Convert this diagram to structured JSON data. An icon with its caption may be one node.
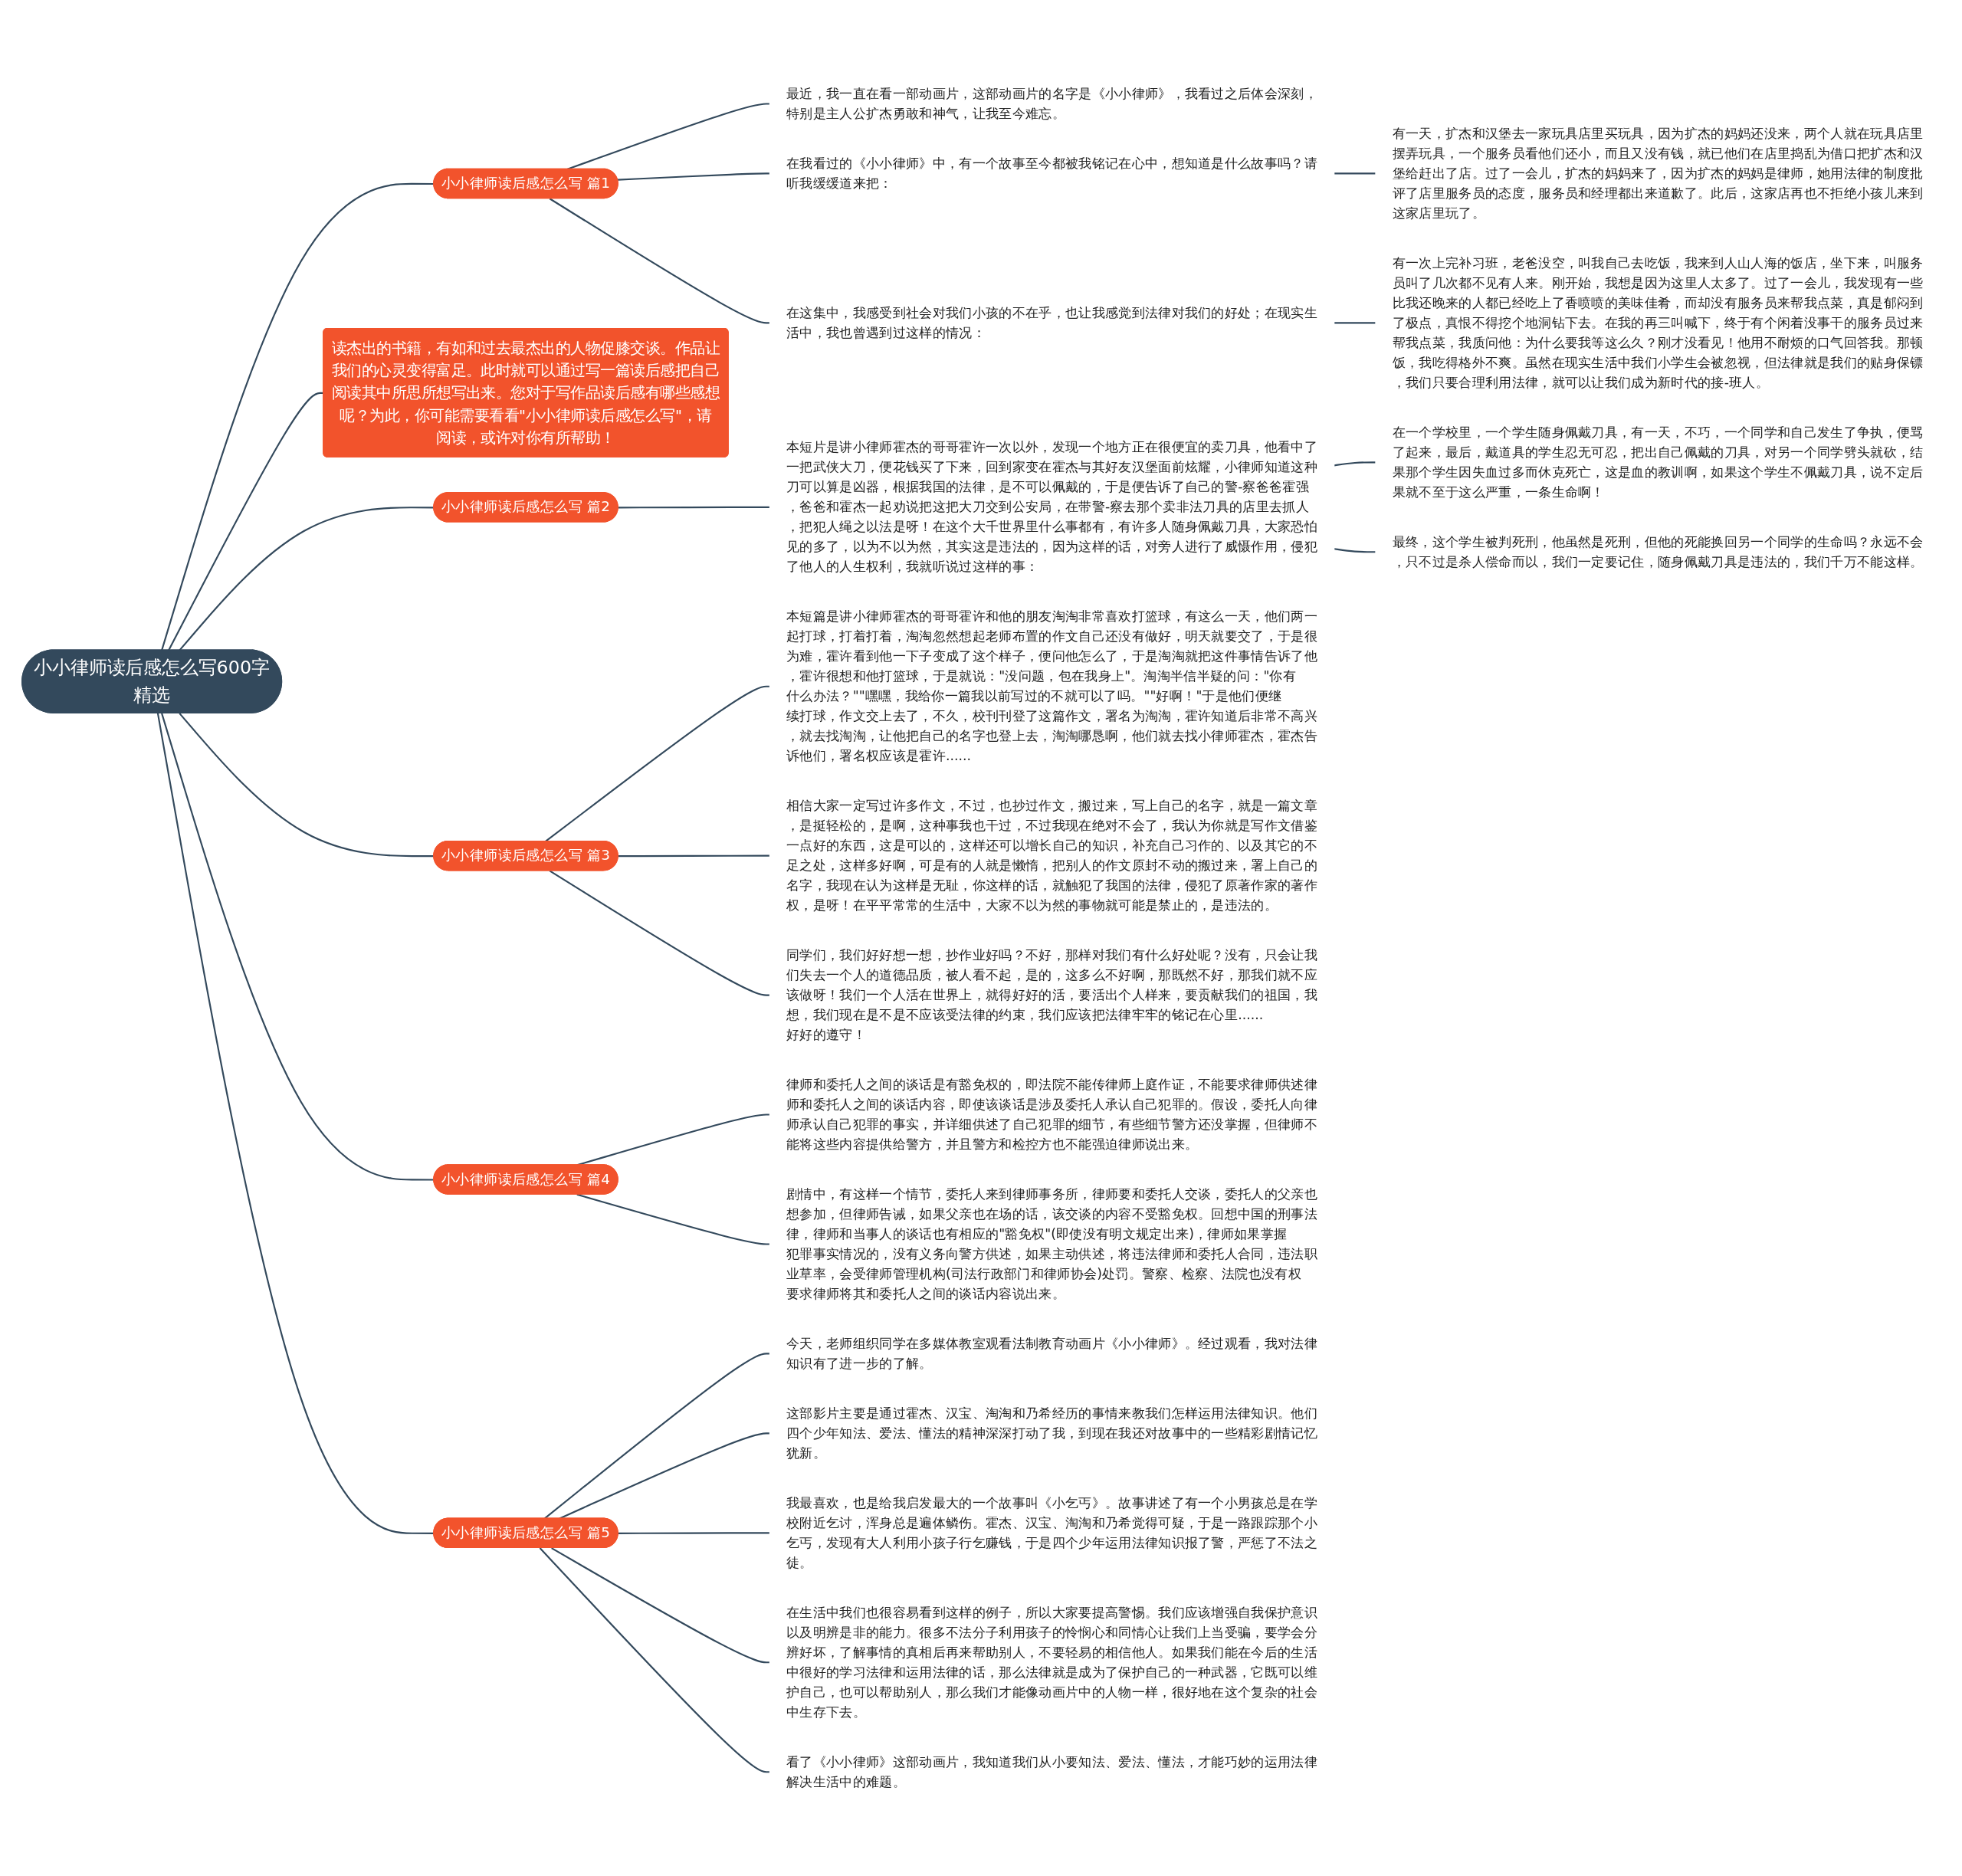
{
  "diagram": {
    "nodes": [
      {
        "text": [
          "小小律师读后感怎么写600字精选"
        ]
      },
      {
        "text": [
          "小小律师读后感怎么写 篇1"
        ]
      },
      {
        "text": [
          "最近，我一直在看一部动画片，这部动画片的名字是《小小律师》，我看过之后体会深刻，特别是主人公扩杰勇敢和神气，让我至今难忘。"
        ]
      },
      {
        "text": [
          "在我看过的《小小律师》中，有一个故事至今都被我铭记在心中，想知道是什么故事吗？请听我缓缓道来把："
        ]
      },
      {
        "text": [
          "有一天，扩杰和汉堡去一家玩具店里买玩具，因为扩杰的妈妈还没来，两个人就在玩具店里摆弄玩具，一个服务员看他们还小，而且又没有钱，就已他们在店里捣乱为借口把扩杰和汉堡给赶出了店。过了一会儿，扩杰的妈妈来了，因为扩杰的妈妈是律师，她用法律的制度批评了店里服务员的态度，服务员和经理都出来道歉了。此后，这家店再也不拒绝小孩儿来到这家店里玩了。"
        ]
      },
      {
        "text": [
          "在这集中，我感受到社会对我们小孩的不在乎，也让我感觉到法律对我们的好处；在现实生活中，我也曾遇到过这样的情况："
        ]
      },
      {
        "text": [
          "有一次上完补习班，老爸没空，叫我自己去吃饭，我来到人山人海的饭店，坐下来，叫服务员叫了几次都不见有人来。刚开始，我想是因为这里人太多了。过了一会儿，我发现有一些比我还晚来的人都已经吃上了香喷喷的美味佳肴，而却没有服务员来帮我点菜，真是郁闷到了极点，真恨不得挖个地洞钻下去。在我的再三叫喊下，终于有个闲着没事干的服务员过来帮我点菜，我质问他：为什么要我等这么久？刚才没看见！他用不耐烦的口气回答我。那顿饭，我吃得格外不爽。虽然在现实生活中我们小学生会被忽视，但法律就是我们的贴身保镖，我们只要合理利用法律，就可以让我们成为新时代的接-班人。"
        ]
      },
      {
        "text": [
          "读杰出的书籍，有如和过去最杰出的人物促膝交谈。作品让我们的心灵变得富足。此时就可以通过写一篇读后感把自己阅读其中所思所想写出来。您对于写作品读后感有哪些感想呢？为此，你可能需要看看\"小小律师读后感怎么写\"，请阅读，或许对你有所帮助！"
        ]
      },
      {
        "text": [
          "小小律师读后感怎么写 篇2"
        ]
      },
      {
        "text": [
          "本短片是讲小律师霍杰的哥哥霍许一次以外，发现一个地方正在很便宜的卖刀具，他看中了一把武侠大刀，便花钱买了下来，回到家变在霍杰与其好友汉堡面前炫耀，小律师知道这种刀可以算是凶器，根据我国的法律，是不可以佩戴的，于是便告诉了自己的警-察爸爸霍强，爸爸和霍杰一起劝说把这把大刀交到公安局，在带警-察去那个卖非法刀具的店里去抓人，把犯人绳之以法是呀！在这个大千世界里什么事都有，有许多人随身佩戴刀具，大家恐怕见的多了，以为不以为然，其实这是违法的，因为这样的话，对旁人进行了威慑作用，侵犯了他人的人生权利，我就听说过这样的事："
        ]
      },
      {
        "text": [
          "在一个学校里，一个学生随身佩戴刀具，有一天，不巧，一个同学和自己发生了争执，便骂了起来，最后，戴道具的学生忍无可忍，把出自己佩戴的刀具，对另一个同学劈头就砍，结果那个学生因失血过多而休克死亡，这是血的教训啊，如果这个学生不佩戴刀具，说不定后果就不至于这么严重，一条生命啊！"
        ]
      },
      {
        "text": [
          "最终，这个学生被判死刑，他虽然是死刑，但他的死能换回另一个同学的生命吗？永远不会，只不过是杀人偿命而以，我们一定要记住，随身佩戴刀具是违法的，我们千万不能这样。"
        ]
      },
      {
        "text": [
          "小小律师读后感怎么写 篇3"
        ]
      },
      {
        "text": [
          "本短篇是讲小律师霍杰的哥哥霍许和他的朋友淘淘非常喜欢打篮球，有这么一天，他们两一起打球，打着打着，淘淘忽然想起老师布置的作文自己还没有做好，明天就要交了，于是很为难，霍许看到他一下子变成了这个样子，便问他怎么了，于是淘淘就把这件事情告诉了他，霍许很想和他打篮球，于是就说：\"没问题，包在我身上\"。淘淘半信半疑的问：\"你有什么办法？\"\"嘿嘿，我给你一篇我以前写过的不就可以了吗。\"\"好啊！\"于是他们便继续打球，作文交上去了，不久，校刊刊登了这篇作文，署名为淘淘，霍许知道后非常不高兴，就去找淘淘，让他把自己的名字也登上去，淘淘哪恳啊，他们就去找小律师霍杰，霍杰告诉他们，署名权应该是霍许......"
        ]
      },
      {
        "text": [
          "相信大家一定写过许多作文，不过，也抄过作文，搬过来，写上自己的名字，就是一篇文章，是挺轻松的，是啊，这种事我也干过，不过我现在绝对不会了，我认为你就是写作文借鉴一点好的东西，这是可以的，这样还可以增长自己的知识，补充自己习作的、以及其它的不足之处，这样多好啊，可是有的人就是懒惰，把别人的作文原封不动的搬过来，署上自己的名字，我现在认为这样是无耻，你这样的话，就触犯了我国的法律，侵犯了原著作家的著作权，是呀！在平平常常的生活中，大家不以为然的事物就可能是禁止的，是违法的。"
        ]
      },
      {
        "text": [
          "同学们，我们好好想一想，抄作业好吗？不好，那样对我们有什么好处呢？没有，只会让我们失去一个人的道德品质，被人看不起，是的，这多么不好啊，那既然不好，那我们就不应该做呀！我们一个人活在世界上，就得好好的活，要活出个人样来，要贡献我们的祖国，我想，我们现在是不是不应该受法律的约束，我们应该把法律牢牢的铭记在心里......好好的遵守！"
        ]
      },
      {
        "text": [
          "小小律师读后感怎么写 篇4"
        ]
      },
      {
        "text": [
          "律师和委托人之间的谈话是有豁免权的，即法院不能传律师上庭作证，不能要求律师供述律师和委托人之间的谈话内容，即使该谈话是涉及委托人承认自己犯罪的。假设，委托人向律师承认自己犯罪的事实，并详细供述了自己犯罪的细节，有些细节警方还没掌握，但律师不能将这些内容提供给警方，并且警方和检控方也不能强迫律师说出来。"
        ]
      },
      {
        "text": [
          "剧情中，有这样一个情节，委托人来到律师事务所，律师要和委托人交谈，委托人的父亲也想参加，但律师告诫，如果父亲也在场的话，该交谈的内容不受豁免权。回想中国的刑事法律，律师和当事人的谈话也有相应的\"豁免权\"(即使没有明文规定出来)，律师如果掌握犯罪事实情况的，没有义务向警方供述，如果主动供述，将违法律师和委托人合同，违法职业草率，会受律师管理机构(司法行政部门和律师协会)处罚。警察、检察、法院也没有权要求律师将其和委托人之间的谈话内容说出来。"
        ]
      },
      {
        "text": [
          "小小律师读后感怎么写 篇5"
        ]
      },
      {
        "text": [
          "今天，老师组织同学在多媒体教室观看法制教育动画片《小小律师》。经过观看，我对法律知识有了进一步的了解。"
        ]
      },
      {
        "text": [
          "这部影片主要是通过霍杰、汉宝、淘淘和乃希经历的事情来教我们怎样运用法律知识。他们四个少年知法、爱法、懂法的精神深深打动了我，到现在我还对故事中的一些精彩剧情记忆犹新。"
        ]
      },
      {
        "text": [
          "我最喜欢，也是给我启发最大的一个故事叫《小乞丐》。故事讲述了有一个小男孩总是在学校附近乞讨，浑身总是遍体鳞伤。霍杰、汉宝、淘淘和乃希觉得可疑，于是一路跟踪那个小乞丐，发现有大人利用小孩子行乞赚钱，于是四个少年运用法律知识报了警，严惩了不法之徒。"
        ]
      },
      {
        "text": [
          "在生活中我们也很容易看到这样的例子，所以大家要提高警惕。我们应该增强自我保护意识以及明辨是非的能力。很多不法分子利用孩子的怜悯心和同情心让我们上当受骗，要学会分辨好坏，了解事情的真相后再来帮助别人，不要轻易的相信他人。如果我们能在今后的生活中很好的学习法律和运用法律的话，那么法律就是成为了保护自己的一种武器，它既可以维护自己，也可以帮助别人，那么我们才能像动画片中的人物一样，很好地在这个复杂的社会中生存下去。"
        ]
      },
      {
        "text": [
          "看了《小小律师》这部动画片，我知道我们从小要知法、爱法、懂法，才能巧妙的运用法律解决生活中的难题。"
        ]
      }
    ],
    "edges": [
      {
        "from": 0,
        "to": 1,
        "arrow": "none"
      },
      {
        "from": 1,
        "to": 2,
        "arrow": "none"
      },
      {
        "from": 1,
        "to": 3,
        "arrow": "none"
      },
      {
        "from": 3,
        "to": 4,
        "arrow": "none"
      },
      {
        "from": 1,
        "to": 5,
        "arrow": "none"
      },
      {
        "from": 5,
        "to": 6,
        "arrow": "none"
      },
      {
        "from": 0,
        "to": 7,
        "arrow": "none"
      },
      {
        "from": 0,
        "to": 8,
        "arrow": "none"
      },
      {
        "from": 8,
        "to": 9,
        "arrow": "none"
      },
      {
        "from": 9,
        "to": 10,
        "arrow": "none"
      },
      {
        "from": 9,
        "to": 11,
        "arrow": "none"
      },
      {
        "from": 0,
        "to": 12,
        "arrow": "none"
      },
      {
        "from": 12,
        "to": 13,
        "arrow": "none"
      },
      {
        "from": 12,
        "to": 14,
        "arrow": "none"
      },
      {
        "from": 12,
        "to": 15,
        "arrow": "none"
      },
      {
        "from": 0,
        "to": 16,
        "arrow": "none"
      },
      {
        "from": 16,
        "to": 17,
        "arrow": "none"
      },
      {
        "from": 16,
        "to": 18,
        "arrow": "none"
      },
      {
        "from": 0,
        "to": 19,
        "arrow": "none"
      },
      {
        "from": 19,
        "to": 20,
        "arrow": "none"
      },
      {
        "from": 19,
        "to": 21,
        "arrow": "none"
      },
      {
        "from": 19,
        "to": 22,
        "arrow": "none"
      },
      {
        "from": 19,
        "to": 23,
        "arrow": "none"
      },
      {
        "from": 19,
        "to": 24,
        "arrow": "none"
      }
    ]
  }
}
